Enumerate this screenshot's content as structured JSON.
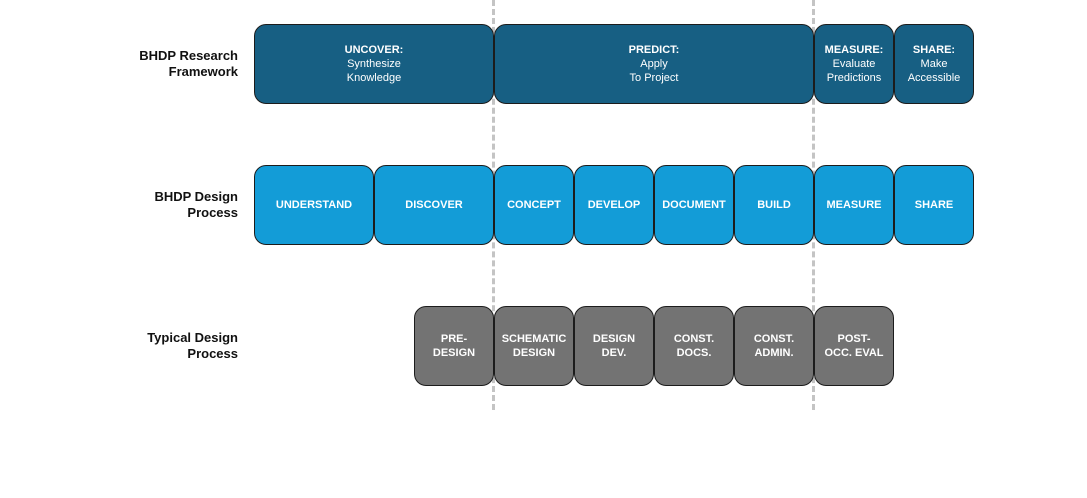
{
  "colors": {
    "research": "#175f83",
    "design": "#139cd7",
    "typical": "#737373",
    "divider": "#c4c4c4"
  },
  "rows": {
    "research": {
      "label_line1": "BHDP Research",
      "label_line2": "Framework",
      "boxes": [
        {
          "title": "UNCOVER:",
          "sub1": "Synthesize",
          "sub2": "Knowledge"
        },
        {
          "title": "PREDICT:",
          "sub1": "Apply",
          "sub2": "To Project"
        },
        {
          "title": "MEASURE:",
          "sub1": "Evaluate",
          "sub2": "Predictions"
        },
        {
          "title": "SHARE:",
          "sub1": "Make",
          "sub2": "Accessible"
        }
      ]
    },
    "design": {
      "label_line1": "BHDP Design",
      "label_line2": "Process",
      "boxes": [
        {
          "title": "UNDERSTAND"
        },
        {
          "title": "DISCOVER"
        },
        {
          "title": "CONCEPT"
        },
        {
          "title": "DEVELOP"
        },
        {
          "title": "DOCUMENT"
        },
        {
          "title": "BUILD"
        },
        {
          "title": "MEASURE"
        },
        {
          "title": "SHARE"
        }
      ]
    },
    "typical": {
      "label_line1": "Typical Design",
      "label_line2": "Process",
      "boxes": [
        {
          "line1": "PRE-",
          "line2": "DESIGN"
        },
        {
          "line1": "SCHEMATIC",
          "line2": "DESIGN"
        },
        {
          "line1": "DESIGN",
          "line2": "DEV."
        },
        {
          "line1": "CONST.",
          "line2": "DOCS."
        },
        {
          "line1": "CONST.",
          "line2": "ADMIN."
        },
        {
          "line1": "POST-",
          "line2": "OCC. EVAL"
        }
      ]
    }
  }
}
